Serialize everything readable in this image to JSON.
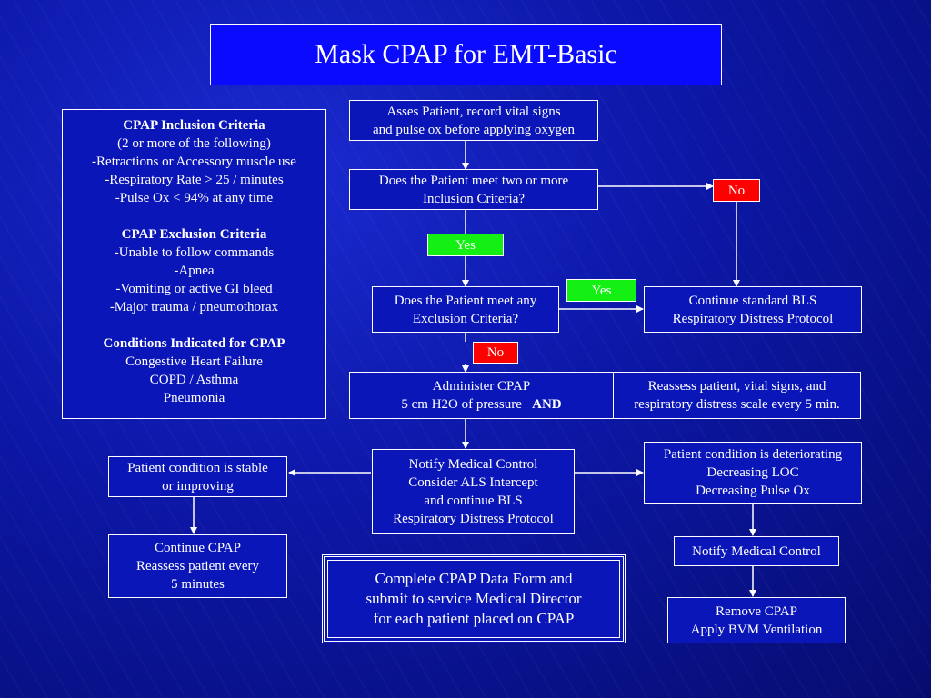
{
  "title": "Mask CPAP for EMT-Basic",
  "criteria": {
    "inclusion_header": "CPAP Inclusion Criteria",
    "inclusion_lines": [
      "(2 or more of the following)",
      "-Retractions or Accessory muscle use",
      "-Respiratory Rate > 25 / minutes",
      "-Pulse Ox < 94% at any time"
    ],
    "exclusion_header": "CPAP Exclusion Criteria",
    "exclusion_lines": [
      "-Unable to follow commands",
      "-Apnea",
      "-Vomiting or active GI bleed",
      "-Major trauma / pneumothorax"
    ],
    "conditions_header": "Conditions Indicated for CPAP",
    "conditions_lines": [
      "Congestive Heart Failure",
      "COPD / Asthma",
      "Pneumonia"
    ]
  },
  "steps": {
    "assess": [
      "Asses Patient, record vital signs",
      "and pulse ox before applying oxygen"
    ],
    "inclusion_question": [
      "Does  the Patient meet two or more",
      "Inclusion Criteria?"
    ],
    "exclusion_question": [
      "Does the Patient meet any",
      "Exclusion Criteria?"
    ],
    "continue_bls": [
      "Continue standard BLS",
      "Respiratory Distress Protocol"
    ],
    "administer": [
      "Administer CPAP",
      "5 cm H2O of pressure"
    ],
    "administer_and": "AND",
    "reassess": [
      "Reassess patient, vital signs, and",
      "respiratory distress scale every 5 min."
    ],
    "notify_control": [
      "Notify Medical Control",
      "Consider ALS Intercept",
      " and continue BLS",
      "Respiratory Distress Protocol"
    ],
    "stable": [
      "Patient condition is stable",
      "or improving"
    ],
    "continue_cpap": [
      "Continue CPAP",
      "Reassess patient every",
      "5 minutes"
    ],
    "deteriorating": [
      "Patient condition is deteriorating",
      "Decreasing LOC",
      "Decreasing Pulse Ox"
    ],
    "notify_control_2": [
      "Notify Medical Control"
    ],
    "remove_cpap": [
      "Remove CPAP",
      "Apply BVM Ventilation"
    ],
    "final": [
      "Complete CPAP Data Form and",
      "submit to service Medical Director",
      "for each patient placed on CPAP"
    ]
  },
  "labels": {
    "yes_1": "Yes",
    "no_1": "No",
    "yes_2": "Yes",
    "no_2": "No"
  },
  "colors": {
    "background": "#0c17a6",
    "box_fill": "#0a16b8",
    "title_fill": "#0a0aff",
    "yes_fill": "#14f014",
    "no_fill": "#ff0000",
    "lines": "#ffffff"
  }
}
